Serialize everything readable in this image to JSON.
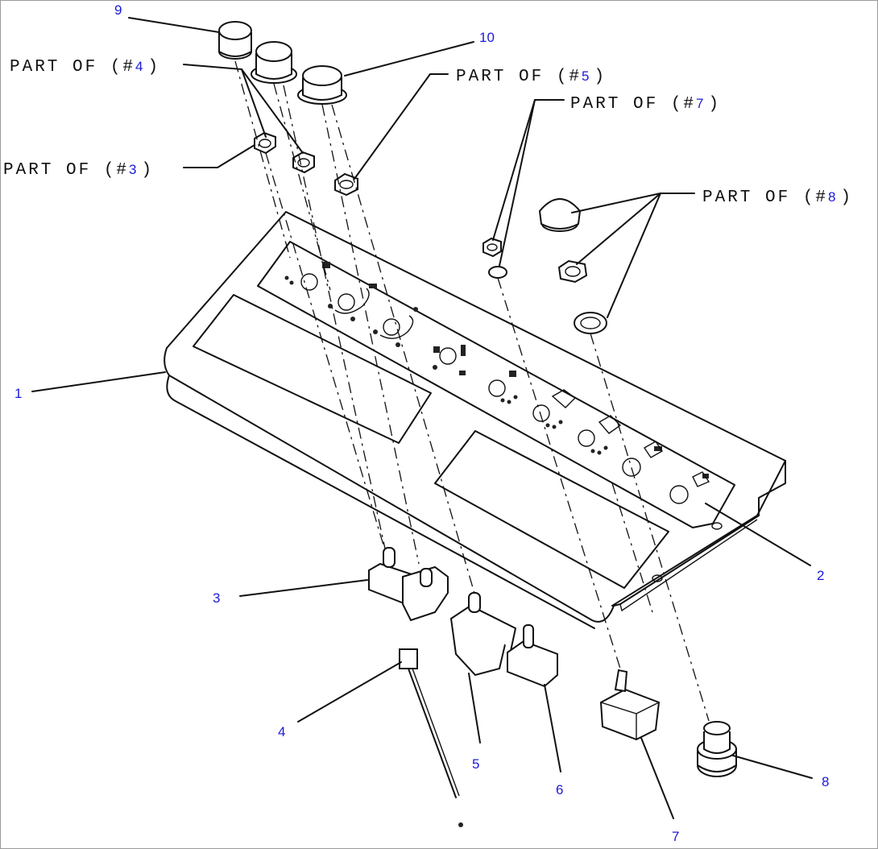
{
  "callouts": {
    "c1": "1",
    "c2": "2",
    "c3": "3",
    "c4": "4",
    "c5": "5",
    "c6": "6",
    "c7": "7",
    "c8": "8",
    "c9": "9",
    "c10": "10"
  },
  "notes": {
    "n4": {
      "prefix": "PART OF (#",
      "ref": "4",
      "suffix": ")"
    },
    "n3": {
      "prefix": "PART OF (#",
      "ref": "3",
      "suffix": ")"
    },
    "n5": {
      "prefix": "PART OF (#",
      "ref": "5",
      "suffix": ")"
    },
    "n7": {
      "prefix": "PART OF (#",
      "ref": "7",
      "suffix": ")"
    },
    "n8": {
      "prefix": "PART OF (#",
      "ref": "8",
      "suffix": ")"
    }
  },
  "colors": {
    "callout": "#1a1ad8",
    "line": "#111111",
    "frame": "#9a9a9a"
  }
}
